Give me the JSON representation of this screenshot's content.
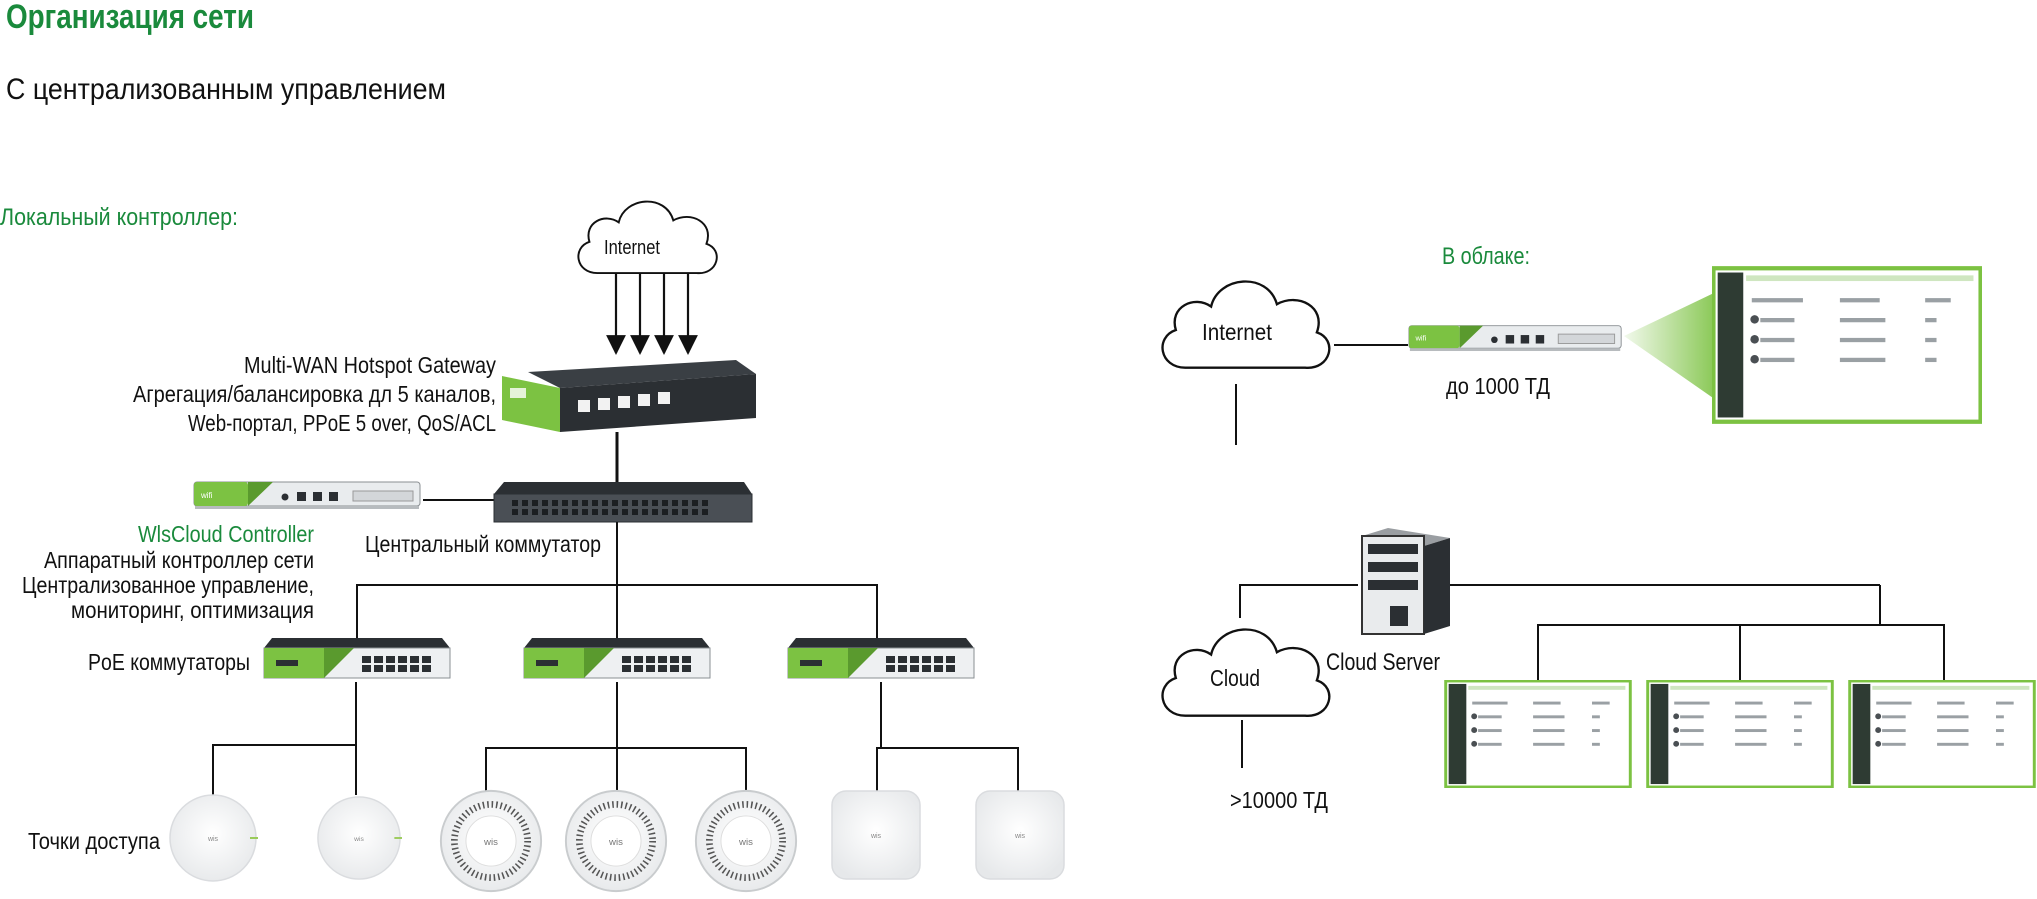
{
  "header": {
    "title": "Организация сети",
    "subtitle": "С централизованным управлением"
  },
  "local": {
    "section_label": "Локальный контроллер:",
    "internet_label": "Internet",
    "gateway": {
      "title": "Multi-WAN Hotspot Gateway",
      "line1": "Агрегация/балансировка дл 5 каналов,",
      "line2": "Web-портал, PPoE 5 over, QoS/ACL"
    },
    "controller": {
      "title": "WlsCloud Controller",
      "line1": "Аппаратный контроллер сети",
      "line2": "Централизованное управление,",
      "line3": "мониторинг, оптимизация"
    },
    "core_switch_label": "Центральный коммутатор",
    "poe_label": "PoE коммутаторы",
    "ap_label": "Точки доступа"
  },
  "cloud": {
    "section_label": "В облаке:",
    "internet_label": "Internet",
    "capacity_small": "до 1000 ТД",
    "cloud_label": "Cloud",
    "server_label": "Cloud Server",
    "capacity_large": ">10000 ТД"
  },
  "colors": {
    "brand_green": "#1a8a3c",
    "device_green": "#7cc242",
    "device_dark": "#2b2f33"
  }
}
